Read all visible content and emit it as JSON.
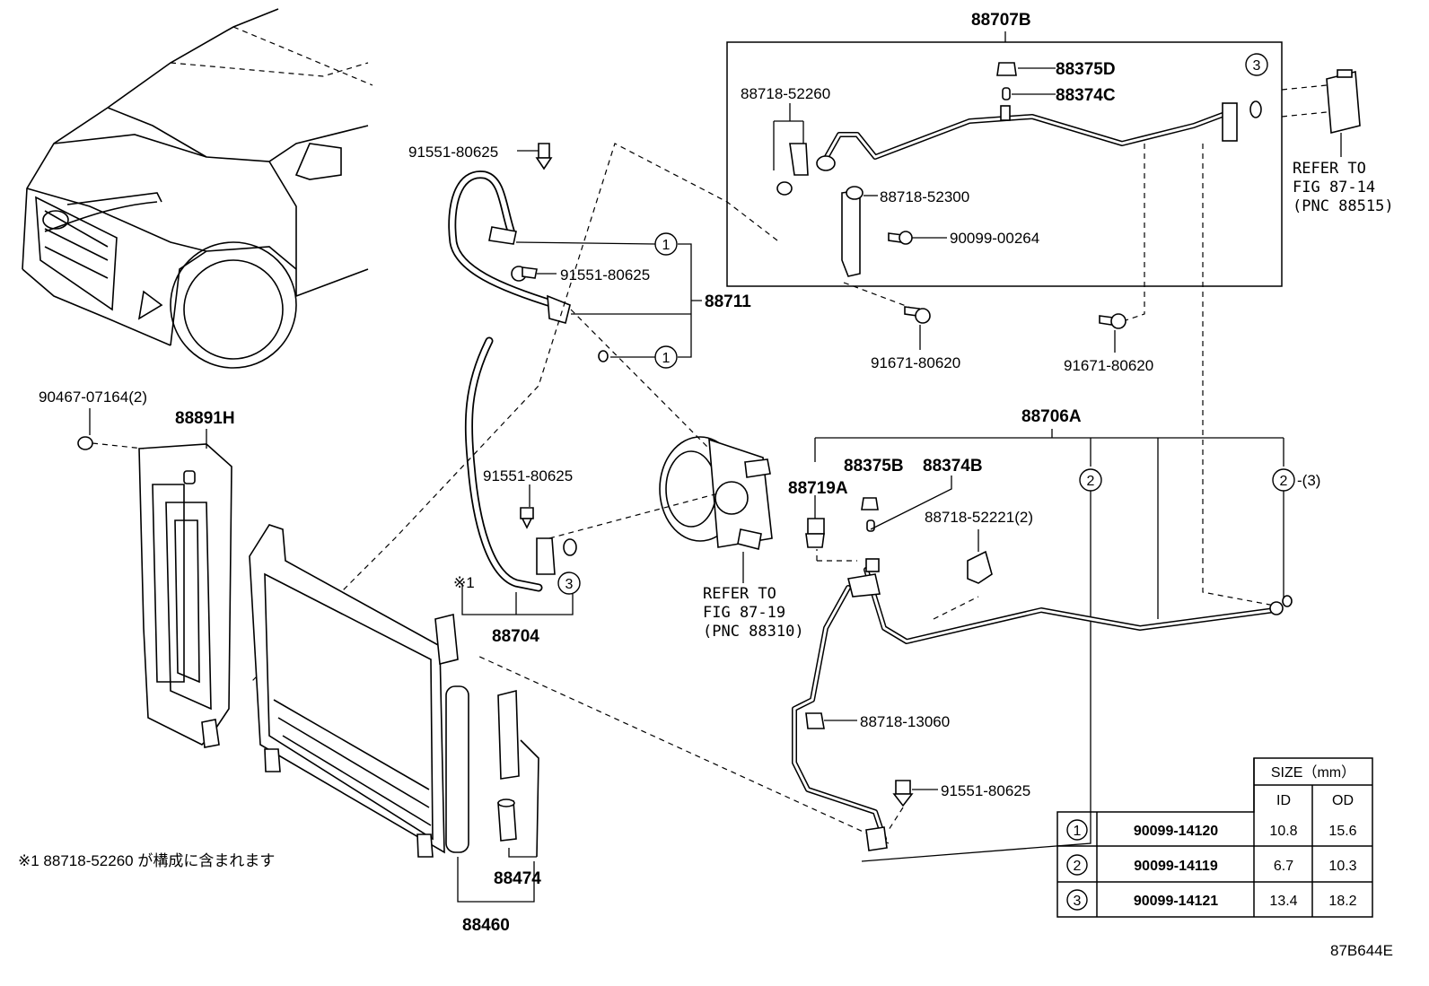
{
  "labels": {
    "p88707B": "88707B",
    "p88375D": "88375D",
    "p88374C": "88374C",
    "p88718_52260": "88718-52260",
    "p88718_52300": "88718-52300",
    "p90099_00264": "90099-00264",
    "p91551_80625_a": "91551-80625",
    "p91551_80625_b": "91551-80625",
    "p91551_80625_c": "91551-80625",
    "p91551_80625_d": "91551-80625",
    "p88711": "88711",
    "p91671_80620_a": "91671-80620",
    "p91671_80620_b": "91671-80620",
    "p90467_07164": "90467-07164(2)",
    "p88891H": "88891H",
    "p88706A": "88706A",
    "p88375B": "88375B",
    "p88374B": "88374B",
    "p88719A": "88719A",
    "p88718_52221": "88718-52221(2)",
    "p88704": "88704",
    "p88718_13060": "88718-13060",
    "p88474": "88474",
    "p88460": "88460",
    "circ_suffix": "-(3)",
    "note_mark": "※1"
  },
  "refers": {
    "ref1": [
      "REFER TO",
      "FIG 87-14",
      "(PNC 88515)"
    ],
    "ref2": [
      "REFER TO",
      "FIG 87-19",
      "(PNC 88310)"
    ]
  },
  "callouts": [
    "1",
    "2",
    "3"
  ],
  "footnote": "※1 88718-52260 が構成に含まれます",
  "diagram_code": "87B644E",
  "size_table": {
    "header": "SIZE（mm）",
    "columns": [
      "ID",
      "OD"
    ],
    "rows": [
      {
        "circle": "1",
        "part": "90099-14120",
        "id": "10.8",
        "od": "15.6"
      },
      {
        "circle": "2",
        "part": "90099-14119",
        "id": "6.7",
        "od": "10.3"
      },
      {
        "circle": "3",
        "part": "90099-14121",
        "id": "13.4",
        "od": "18.2"
      }
    ]
  }
}
